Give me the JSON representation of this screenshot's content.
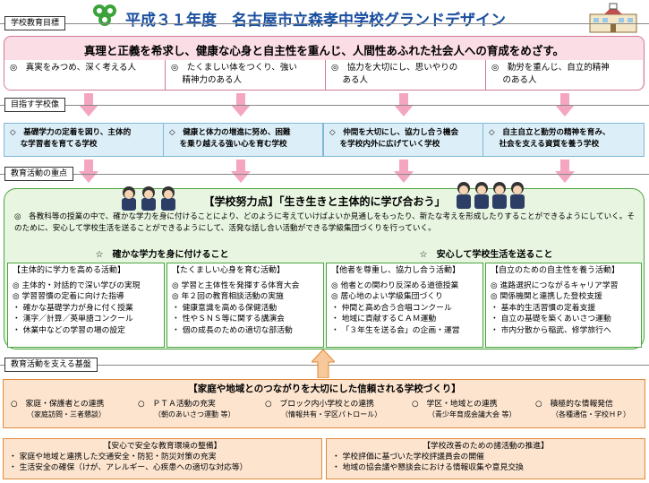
{
  "header": {
    "title": "平成３１年度　名古屋市立森孝中学校グランドデザイン"
  },
  "sections": {
    "goal_tag": "学校教育目標",
    "image_tag": "目指す学校像",
    "focus_tag": "教育活動の重点",
    "support_tag": "教育活動を支える基盤"
  },
  "goal": {
    "main": "真理と正義を希求し、健康な心身と自主性を重んじ、人間性あふれた社会人への育成をめざす。",
    "items": [
      "◎　真実をみつめ、深く考える人",
      "◎　たくましい体をつくり、強い\n　 精神力のある人",
      "◎　協力を大切にし、思いやりの\n　 ある人",
      "◎　勤労を重んじ、自立的精神\n　 のある人"
    ]
  },
  "image": {
    "items": [
      "◇　基礎学力の定着を図り、主体的\n　 な学習者を育てる学校",
      "◇　健康と体力の増進に努め、困難\n　 を乗り越える強い心を育む学校",
      "◇　仲間を大切にし、協力し合う機会\n　 を学校内外に広げていく学校",
      "◇　自主自立と勤労の精神を育み、\n　 社会を支える資質を養う学校"
    ]
  },
  "focus": {
    "title": "【学校努力点】「生き生きと主体的に学び合おう」",
    "desc": "◎　各教科等の授業の中で、確かな学力を身に付けることにより、どのように考えていけばよいか見通しをもったり、新たな考えを形成したりすることができるようにしていく。そのために、安心して学校生活を送ることができるようにして、活発な話し合い活動ができる学級集団づくりを行っていく。",
    "left_head": "☆　確かな学力を身に付けること",
    "right_head": "☆　安心して学校生活を送ること",
    "cols": [
      {
        "head": "【主体的に学力を高める活動】",
        "items": [
          "◎ 主体的・対話的で深い学びの実現",
          "◎ 学習習慣の定着に向けた指導",
          "・ 確かな基礎学力が身に付く授業",
          "・ 漢字／計算／英単語コンクール",
          "・ 休業中などの学習の場の設定"
        ]
      },
      {
        "head": "【たくましい心身を育む活動】",
        "items": [
          "◎ 学習と主体性を発揮する体育大会",
          "◎ 年２回の教育相談活動の実施",
          "・ 健康意識を高める保健活動",
          "・ 性やＳＮＳ等に関する講演会",
          "・ 個の成長のための適切な部活動"
        ]
      },
      {
        "head": "【他者を尊重し、協力し合う活動】",
        "items": [
          "◎ 他者との関わり反深める道徳授業",
          "◎ 居心地のよい学級集団づくり",
          "・ 仲間と高め合う合唱コンクール",
          "・ 地域に貢献するＣＡＭ運動",
          "・ 「３年生を送る会」の企画・運営"
        ]
      },
      {
        "head": "【自立のための自主性を養う活動】",
        "items": [
          "◎ 進路選択につながるキャリア学習",
          "◎ 関係機関と連携した登校支援",
          "・ 基本的生活習慣の定着支援",
          "・ 自立の基礎を築くあいさつ運動",
          "・ 市内分散から稲武、修学旅行へ"
        ]
      }
    ]
  },
  "support": {
    "title": "【家庭や地域とのつながりを大切にした信頼される学校づくり】",
    "items": [
      {
        "label": "○　家庭・保護者との連携",
        "sub": "（家庭訪問・三者懇談）"
      },
      {
        "label": "○　ＰＴＡ活動の充実",
        "sub": "（朝のあいさつ運動 等）"
      },
      {
        "label": "○　ブロック内小学校との連携",
        "sub": "（情報共有・学区パトロール）"
      },
      {
        "label": "○　学区・地域との連携",
        "sub": "（青少年育成会議大会 等）"
      },
      {
        "label": "○　積極的な情報発信",
        "sub": "（各種通信・学校ＨＰ）"
      }
    ],
    "left_box": {
      "title": "【安心で安全な教育環境の整備】",
      "items": [
        "・ 家庭や地域と連携した交通安全・防犯・防災対策の充実",
        "・ 生活安全の確保（けが、アレルギー、心疾患への適切な対応等）"
      ]
    },
    "right_box": {
      "title": "【学校改善のための諸活動の推進】",
      "items": [
        "・ 学校評価に基づいた学校評議員会の開催",
        "・ 地域の協会議や懇談会における情報収集や意見交換"
      ]
    }
  },
  "colors": {
    "pink": "#fbdde6",
    "blue": "#dceef7",
    "green": "#e8f5e0",
    "orange": "#fce4cf"
  },
  "icons": [
    "school-logo",
    "school-building-icon",
    "students-illustration"
  ]
}
